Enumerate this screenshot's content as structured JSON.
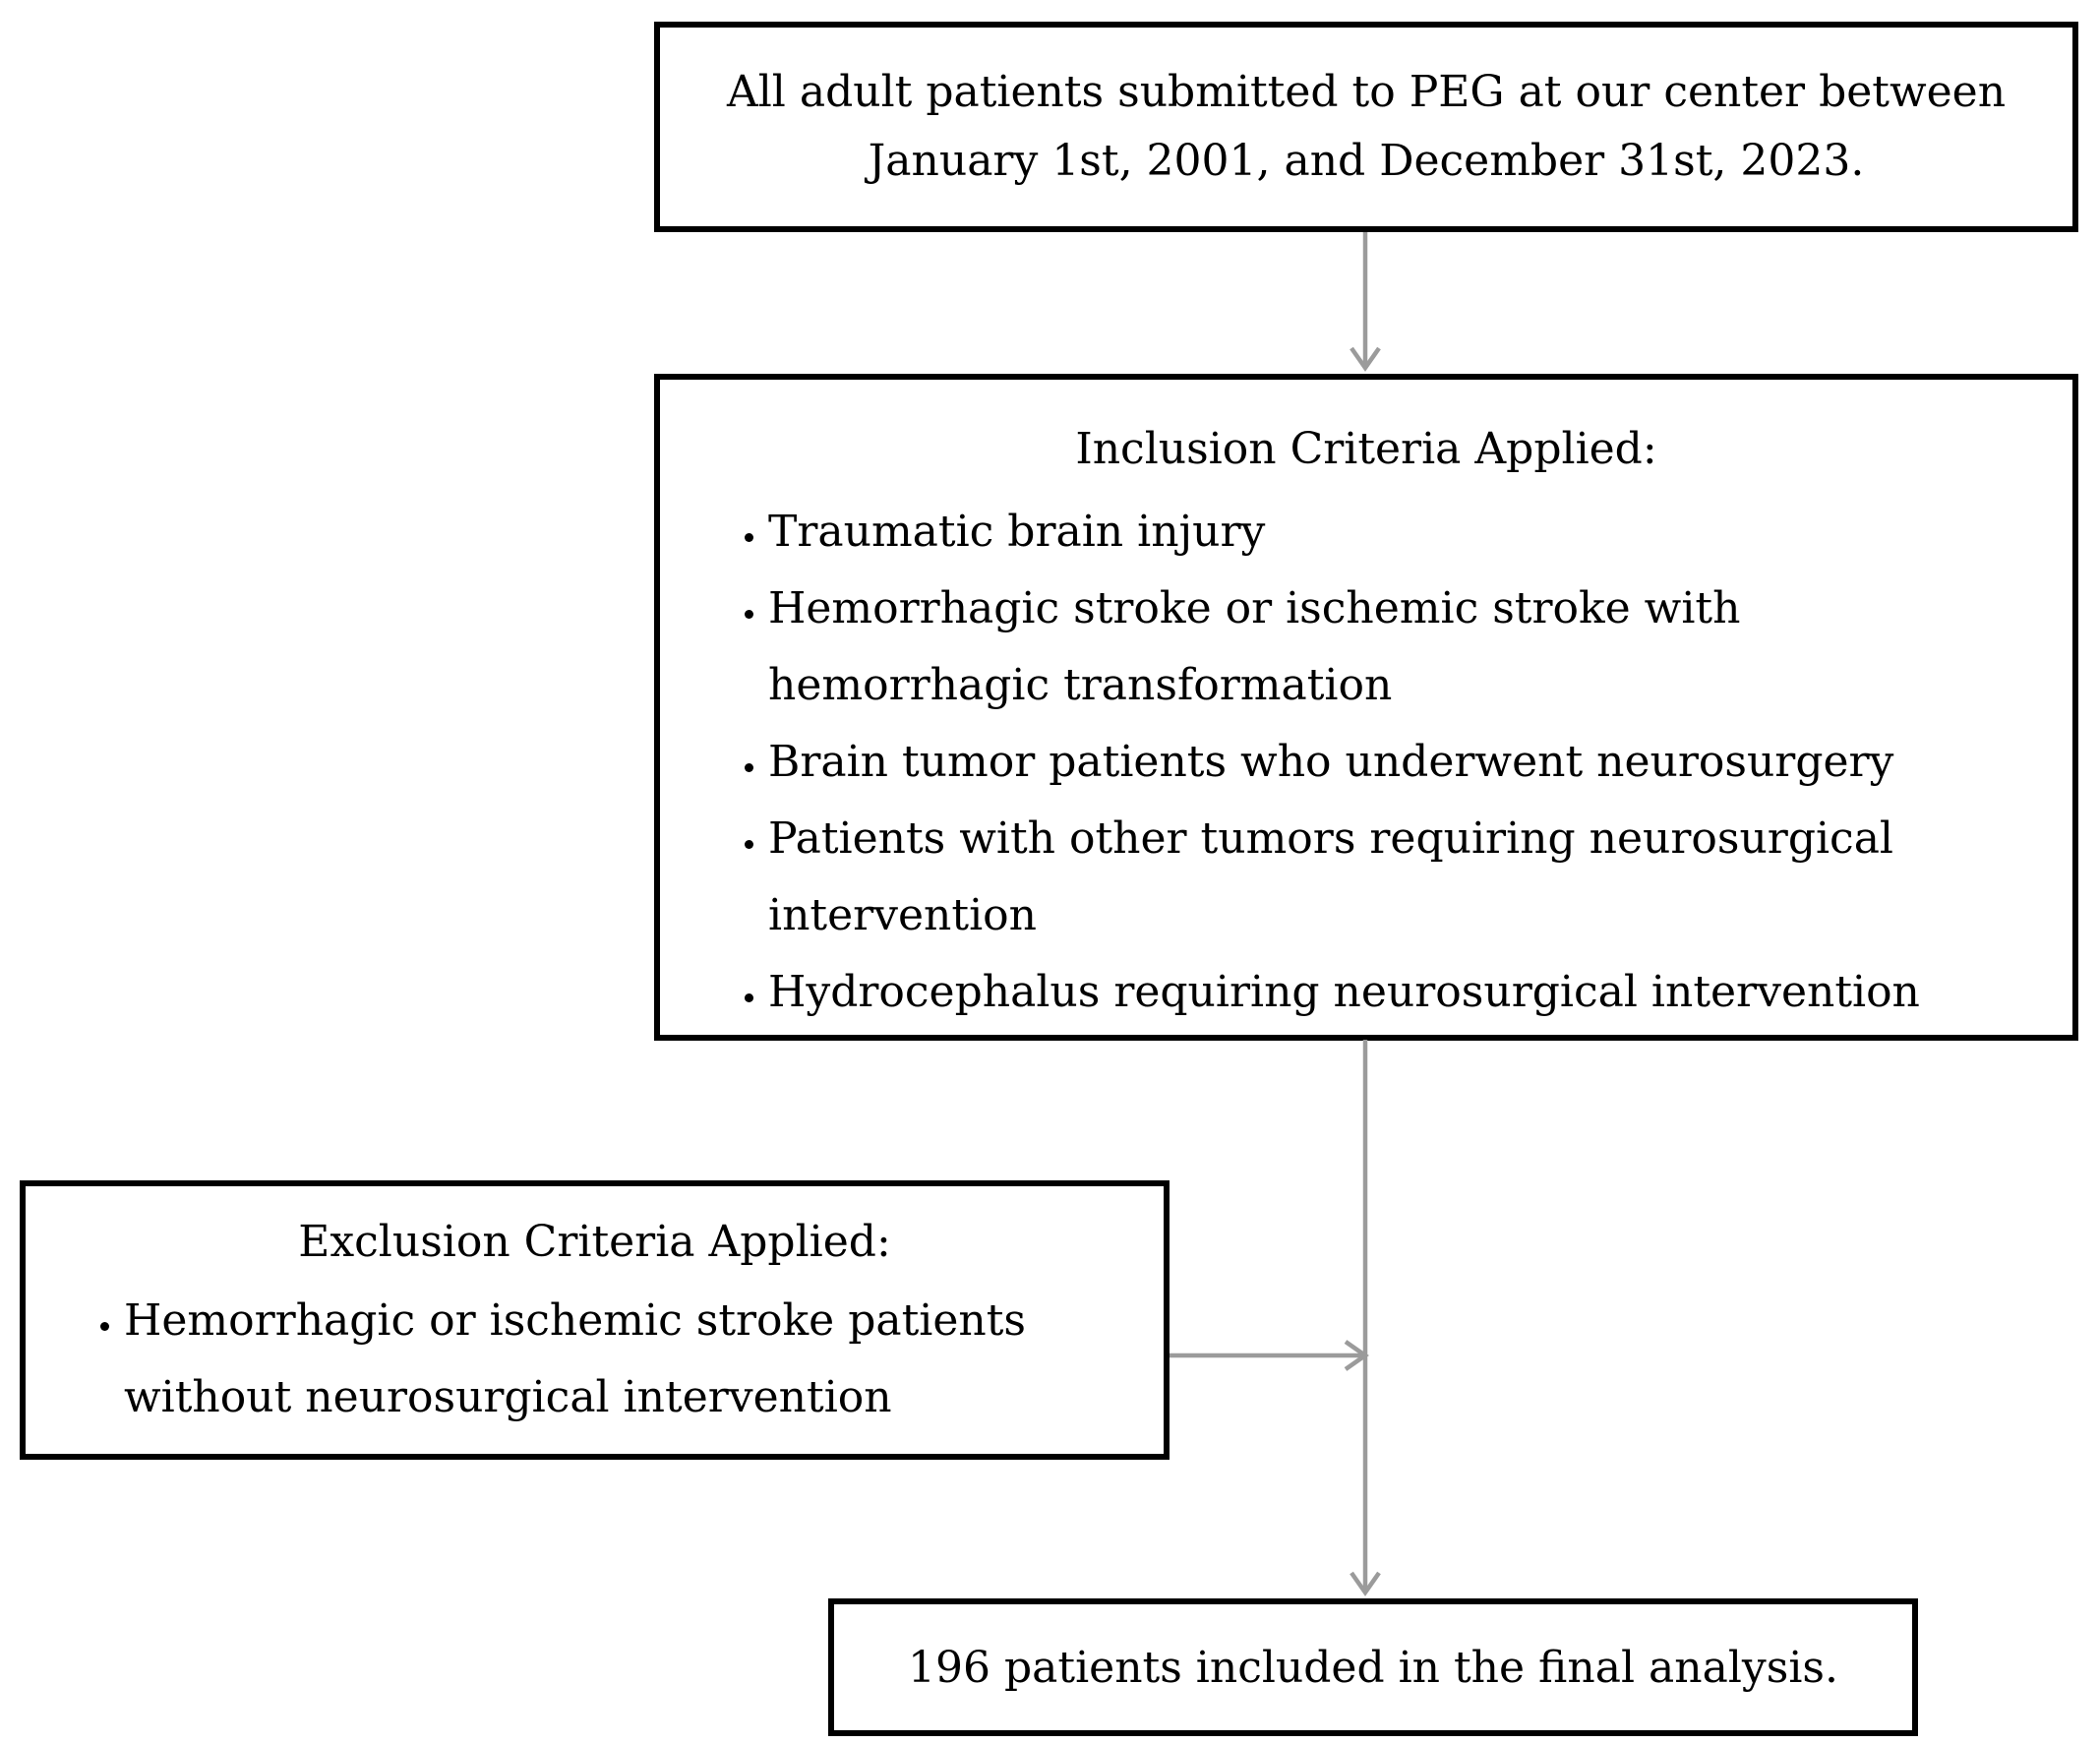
{
  "colors": {
    "background": "#ffffff",
    "box_border": "#000000",
    "text": "#000000",
    "arrow": "#9b9b9b"
  },
  "flowchart": {
    "population_box": {
      "text": "All adult patients submitted to PEG at our center between January 1st, 2001, and December 31st, 2023."
    },
    "inclusion_box": {
      "title": "Inclusion Criteria Applied:",
      "items": [
        "Traumatic brain injury",
        "Hemorrhagic stroke or ischemic stroke with hemorrhagic transformation",
        "Brain tumor patients who underwent neurosurgery",
        "Patients with other tumors requiring neurosurgical intervention",
        "Hydrocephalus requiring neurosurgical intervention"
      ]
    },
    "exclusion_box": {
      "title": "Exclusion Criteria Applied:",
      "items": [
        "Hemorrhagic or ischemic stroke patients without neurosurgical intervention"
      ]
    },
    "result_box": {
      "text": "196 patients included in the final analysis."
    }
  }
}
